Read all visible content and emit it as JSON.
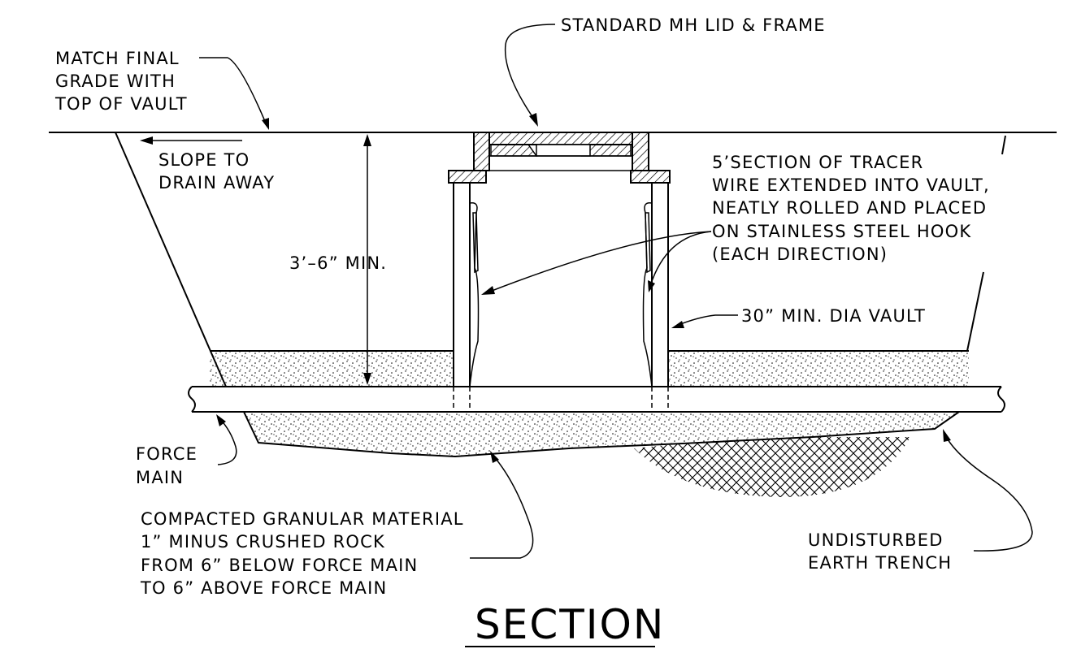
{
  "title": "SECTION",
  "labels": {
    "lid": "STANDARD MH LID & FRAME",
    "grade": [
      "MATCH FINAL",
      "GRADE WITH",
      "TOP OF VAULT"
    ],
    "slope": [
      "SLOPE TO",
      "DRAIN AWAY"
    ],
    "depth": "3’–6” MIN.",
    "tracer": [
      "5’SECTION OF TRACER",
      "WIRE EXTENDED INTO VAULT,",
      "NEATLY ROLLED AND PLACED",
      "ON STAINLESS STEEL HOOK",
      "(EACH DIRECTION)"
    ],
    "vault": "30” MIN. DIA VAULT",
    "force_main": [
      "FORCE",
      "MAIN"
    ],
    "granular": [
      "COMPACTED GRANULAR MATERIAL",
      "1” MINUS CRUSHED ROCK",
      "FROM 6” BELOW FORCE MAIN",
      "TO 6” ABOVE FORCE MAIN"
    ],
    "earth": [
      "UNDISTURBED",
      "EARTH TRENCH"
    ]
  }
}
